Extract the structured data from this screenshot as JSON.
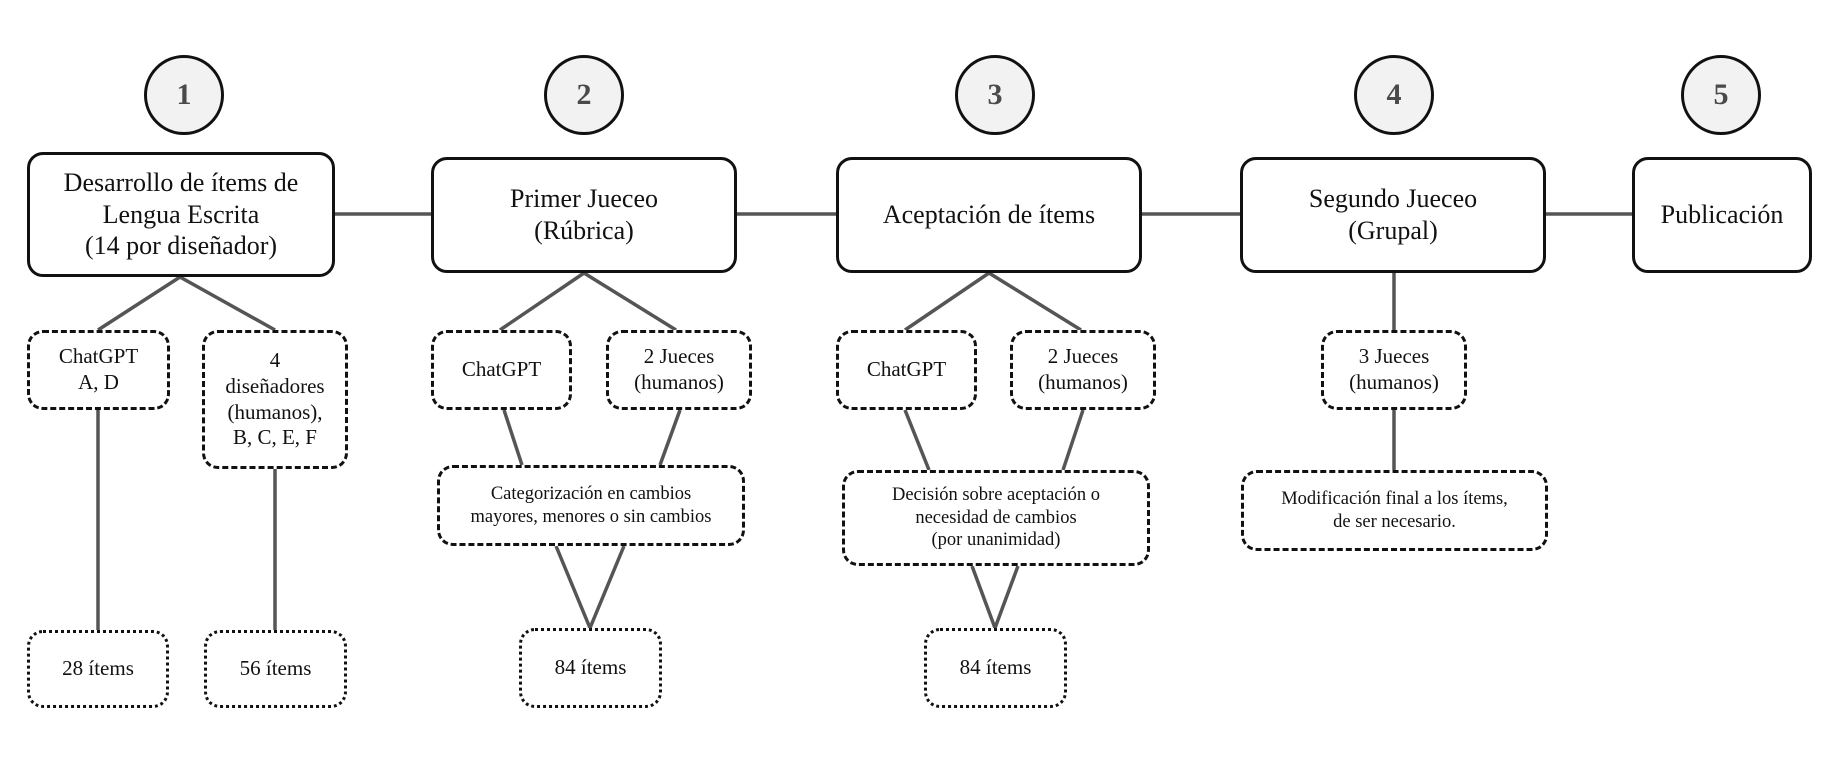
{
  "steps": [
    {
      "number": "1",
      "title": "Desarrollo de ítems de\nLengua Escrita\n(14 por diseñador)"
    },
    {
      "number": "2",
      "title": "Primer Jueceo\n(Rúbrica)"
    },
    {
      "number": "3",
      "title": "Aceptación de ítems"
    },
    {
      "number": "4",
      "title": "Segundo Jueceo\n(Grupal)"
    },
    {
      "number": "5",
      "title": "Publicación"
    }
  ],
  "actors": {
    "s1_chatgpt": "ChatGPT\nA, D",
    "s1_humans": "4\ndiseñadores\n(humanos),\nB, C, E, F",
    "s2_chatgpt": "ChatGPT",
    "s2_judges": "2 Jueces\n(humanos)",
    "s3_chatgpt": "ChatGPT",
    "s3_judges": "2 Jueces\n(humanos)",
    "s4_judges": "3 Jueces\n(humanos)"
  },
  "processes": {
    "s2": "Categorización en cambios\nmayores, menores o sin cambios",
    "s3": "Decisión sobre aceptación o\nnecesidad de cambios\n(por unanimidad)",
    "s4": "Modificación final a los ítems,\nde ser necesario."
  },
  "outputs": {
    "s1_chatgpt": "28 ítems",
    "s1_humans": "56 ítems",
    "s2": "84 ítems",
    "s3": "84 ítems"
  }
}
